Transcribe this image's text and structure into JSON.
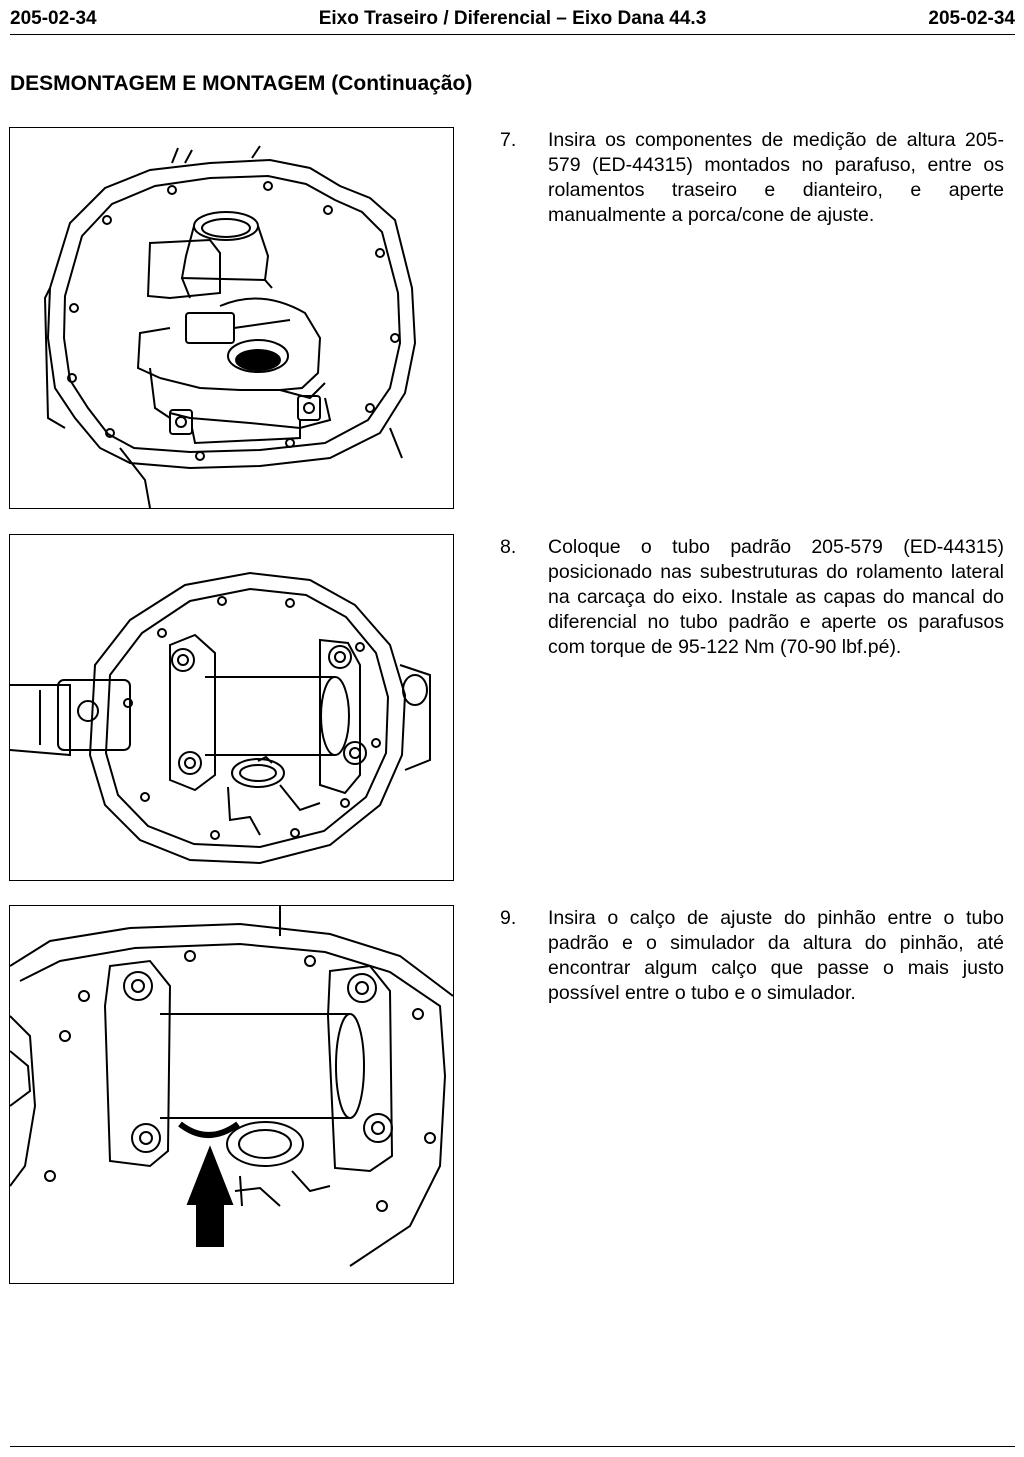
{
  "header": {
    "left": "205-02-34",
    "center": "Eixo Traseiro / Diferencial – Eixo Dana 44.3",
    "right": "205-02-34"
  },
  "section_title": "DESMONTAGEM E MONTAGEM (Continuação)",
  "steps": [
    {
      "number": "7.",
      "text": "Insira os componentes de medição de altura 205-579 (ED-44315) montados no parafuso, entre os rolamentos traseiro e dianteiro, e aperte manualmente a porca/cone de ajuste.",
      "figure_icon": "differential-housing-height-gauge-illustration"
    },
    {
      "number": "8.",
      "text": "Coloque o tubo padrão 205-579 (ED-44315) posicionado nas subestruturas do rolamento lateral na carcaça do eixo. Instale as capas do mancal do diferencial no tubo padrão e aperte os parafusos com torque de 95-122 Nm (70-90 lbf.pé).",
      "figure_icon": "differential-housing-gauge-tube-illustration"
    },
    {
      "number": "9.",
      "text": "Insira o calço de ajuste do pinhão entre o tubo padrão e o simulador da altura do pinhão, até encontrar algum calço que passe o mais justo possível entre o tubo e o simulador.",
      "figure_icon": "pinion-shim-arrow-illustration"
    }
  ]
}
